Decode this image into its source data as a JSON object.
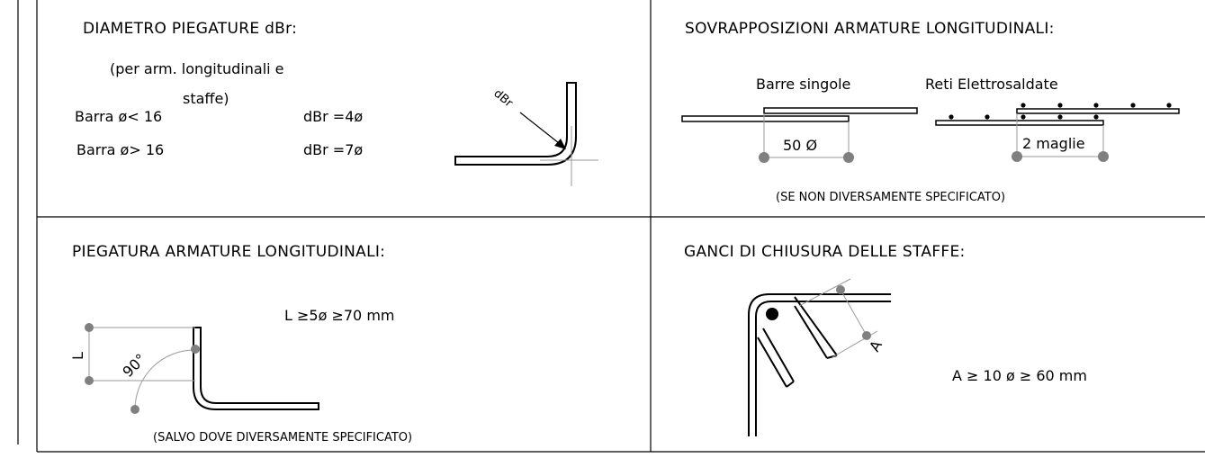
{
  "panels": {
    "bend_diameter": {
      "title": "DIAMETRO PIEGATURE dBr:",
      "subtitle_line1": "(per arm. longitudinali e",
      "subtitle_line2": "staffe)",
      "row1_label": "Barra ø< 16",
      "row1_value": "dBr =4ø",
      "row2_label": "Barra ø> 16",
      "row2_value": "dBr =7ø",
      "diagram_label": "dBr"
    },
    "overlaps": {
      "title": "SOVRAPPOSIZIONI ARMATURE LONGITUDINALI:",
      "single_bars_label": "Barre singole",
      "single_bars_dimension": "50 Ø",
      "mesh_label": "Reti Elettrosaldate",
      "mesh_dimension": "2 maglie",
      "note": "(SE NON DIVERSAMENTE SPECIFICATO)"
    },
    "longitudinal_bending": {
      "title": "PIEGATURA ARMATURE LONGITUDINALI:",
      "rule": "L ≥5ø ≥70 mm",
      "angle_label": "90°",
      "length_label": "L",
      "note": "(SALVO DOVE DIVERSAMENTE SPECIFICATO)"
    },
    "stirrup_hooks": {
      "title": "GANCI DI CHIUSURA DELLE STAFFE:",
      "rule": "A ≥ 10 ø ≥ 60 mm",
      "dimension_label": "A"
    }
  },
  "colors": {
    "line": "#000000",
    "dimension": "#9a9a9a",
    "node": "#808080",
    "background": "#ffffff"
  }
}
